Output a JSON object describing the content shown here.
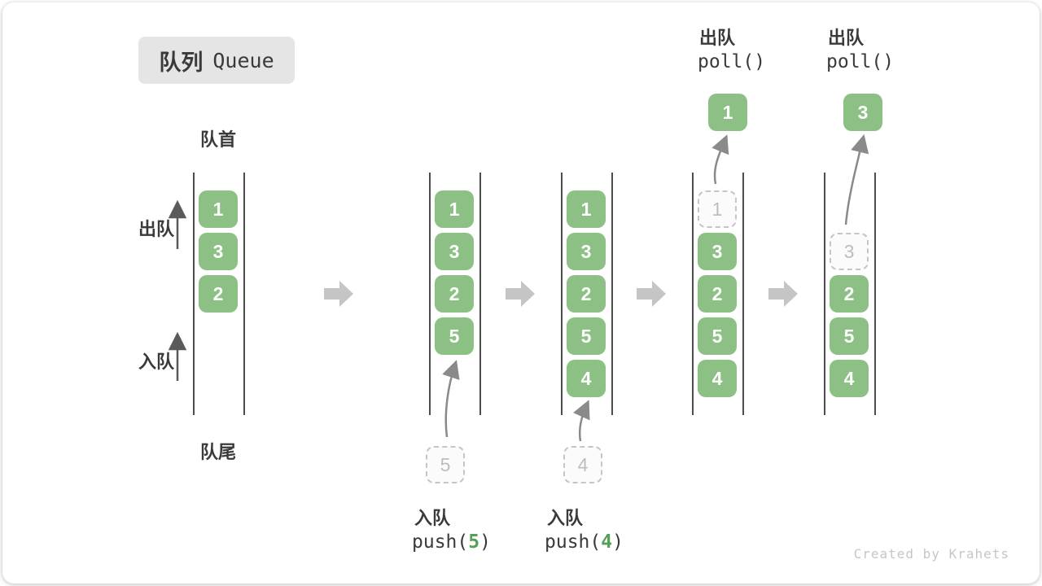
{
  "title": {
    "zh": "队列",
    "en": "Queue"
  },
  "labels": {
    "front": "队首",
    "rear": "队尾",
    "dequeue": "出队",
    "enqueue": "入队"
  },
  "operations": {
    "push5": {
      "zh": "入队",
      "code_pre": "push(",
      "arg": "5",
      "code_post": ")"
    },
    "push4": {
      "zh": "入队",
      "code_pre": "push(",
      "arg": "4",
      "code_post": ")"
    },
    "poll1": {
      "zh": "出队",
      "code": "poll()"
    },
    "poll2": {
      "zh": "出队",
      "code": "poll()"
    }
  },
  "states": [
    {
      "slots": [
        {
          "v": "1"
        },
        {
          "v": "3"
        },
        {
          "v": "2"
        }
      ]
    },
    {
      "slots": [
        {
          "v": "1"
        },
        {
          "v": "3"
        },
        {
          "v": "2"
        },
        {
          "v": "5"
        }
      ],
      "staged": "5"
    },
    {
      "slots": [
        {
          "v": "1"
        },
        {
          "v": "3"
        },
        {
          "v": "2"
        },
        {
          "v": "5"
        },
        {
          "v": "4"
        }
      ],
      "staged": "4"
    },
    {
      "slots": [
        {
          "v": "1",
          "ghost": true
        },
        {
          "v": "3"
        },
        {
          "v": "2"
        },
        {
          "v": "5"
        },
        {
          "v": "4"
        }
      ],
      "popped": "1"
    },
    {
      "slots": [
        {
          "v": "3",
          "ghost": true
        },
        {
          "v": "2"
        },
        {
          "v": "5"
        },
        {
          "v": "4"
        }
      ],
      "popped": "3"
    }
  ],
  "watermark": "Created by Krahets",
  "colors": {
    "element_green": "#8CC084",
    "code_arg_green": "#55a054",
    "ghost_border": "#c5c5c5",
    "ghost_text": "#bdbdbd",
    "block_arrow_gray": "#c5c5c5",
    "curve_arrow_gray": "#8a8a8a",
    "text_dark": "#3a3a3a",
    "wall_dark": "#4d4d4d",
    "badge_bg": "#e5e5e5"
  }
}
